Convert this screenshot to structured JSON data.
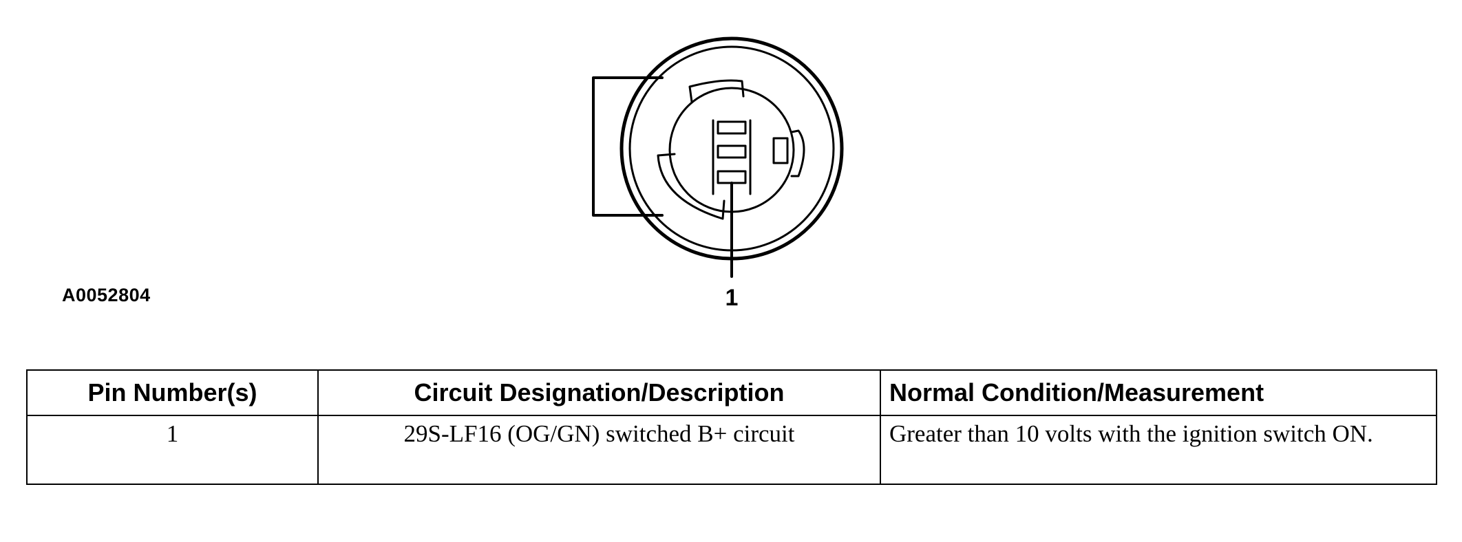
{
  "figure": {
    "ref_id": "A0052804",
    "pin_callout": "1"
  },
  "table": {
    "headers": [
      "Pin Number(s)",
      "Circuit Designation/Description",
      "Normal Condition/Measurement"
    ],
    "rows": [
      {
        "pin": "1",
        "circuit": "29S-LF16 (OG/GN) switched B+ circuit",
        "condition": "Greater than 10 volts with the ignition switch ON."
      }
    ]
  }
}
